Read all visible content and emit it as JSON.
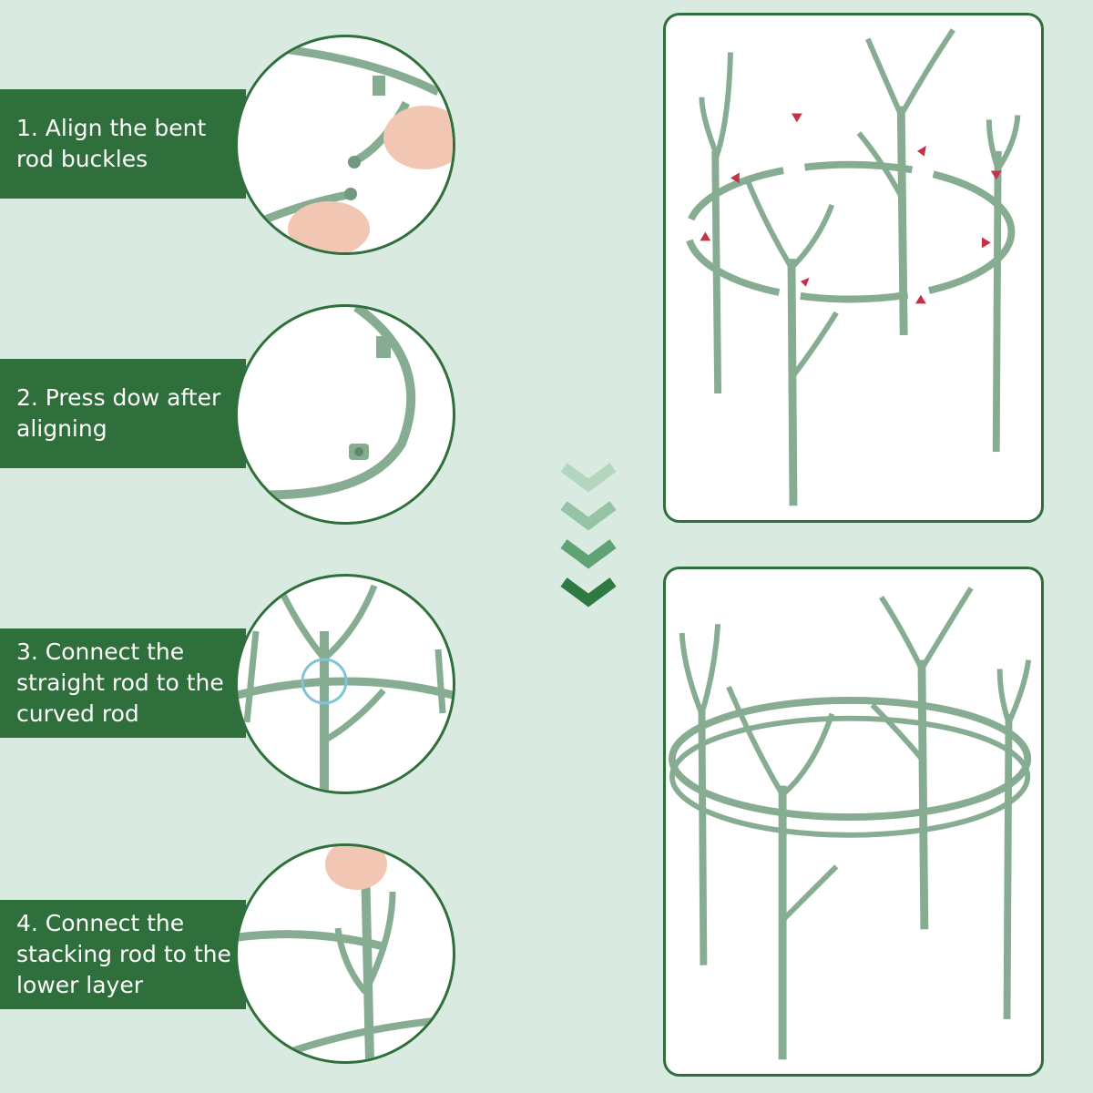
{
  "steps": [
    {
      "label": "1. Align the bent\nrod buckles"
    },
    {
      "label": "2. Press dow after\naligning"
    },
    {
      "label": "3. Connect the\nstraight rod to the\ncurved rod"
    },
    {
      "label": "4. Connect the\nstacking rod to the\nlower layer"
    }
  ],
  "colors": {
    "background": "#d9ebe1",
    "band": "#2f6f3b",
    "rod": "#86ad92",
    "arrow": "#c4324a",
    "chevron_light": "#b3d6bf",
    "chevron_dark": "#2f7a40"
  },
  "icons": [
    "down-chevron-icon",
    "red-arrow-icon"
  ]
}
